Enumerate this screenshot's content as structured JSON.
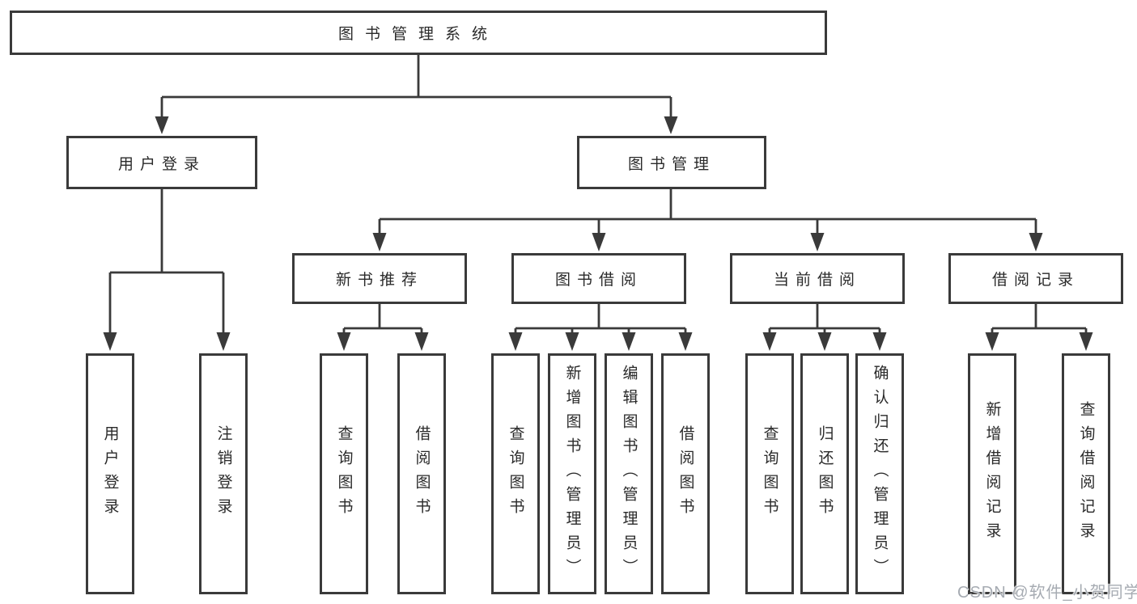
{
  "tree": {
    "root": "图书管理系统",
    "level2": [
      {
        "label": "用户登录",
        "leaves": [
          "用户登录",
          "注销登录"
        ]
      },
      {
        "label": "图书管理",
        "children": [
          {
            "label": "新书推荐",
            "leaves": [
              "查询图书",
              "借阅图书"
            ]
          },
          {
            "label": "图书借阅",
            "leaves": [
              "查询图书",
              "新增图书（管理员）",
              "编辑图书（管理员）",
              "借阅图书"
            ]
          },
          {
            "label": "当前借阅",
            "leaves": [
              "查询图书",
              "归还图书",
              "确认归还（管理员）"
            ]
          },
          {
            "label": "借阅记录",
            "leaves": [
              "新增借阅记录",
              "查询借阅记录"
            ]
          }
        ]
      }
    ]
  },
  "watermark": {
    "text": "CSDN @软件_小贺同学"
  },
  "colors": {
    "line": "#3a3a3a",
    "node_text": "#2a2a2a",
    "background": "#ffffff",
    "watermark": "#a6abb2"
  }
}
